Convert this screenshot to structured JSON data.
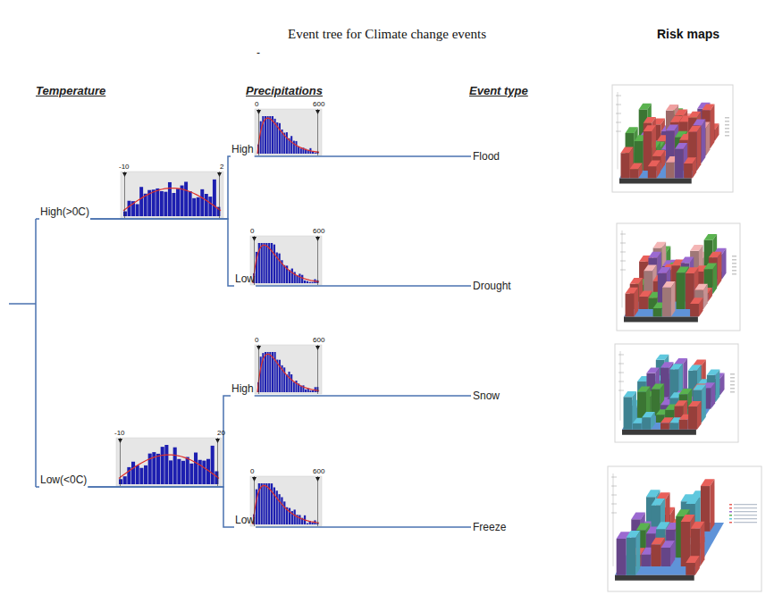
{
  "diagram": {
    "title": "Event tree for Climate change events",
    "nodes": [
      {
        "text": [
          "High(>0C)"
        ]
      },
      {
        "text": [
          "Low(<0C)"
        ]
      },
      {
        "text": [
          "High"
        ]
      },
      {
        "text": [
          "Low"
        ]
      },
      {
        "text": [
          "High"
        ]
      },
      {
        "text": [
          "Low"
        ]
      },
      {
        "text": [
          "Flood"
        ]
      },
      {
        "text": [
          "Drought"
        ]
      },
      {
        "text": [
          "Snow"
        ]
      },
      {
        "text": [
          "Freeze"
        ]
      }
    ],
    "edges": [
      {
        "from": 0,
        "to": 2,
        "arrow": "none"
      },
      {
        "from": 0,
        "to": 3,
        "arrow": "none"
      },
      {
        "from": 1,
        "to": 4,
        "arrow": "none"
      },
      {
        "from": 1,
        "to": 5,
        "arrow": "none"
      },
      {
        "from": 2,
        "to": 6,
        "arrow": "none"
      },
      {
        "from": 3,
        "to": 7,
        "arrow": "none"
      },
      {
        "from": 4,
        "to": 8,
        "arrow": "none"
      },
      {
        "from": 5,
        "to": 9,
        "arrow": "none"
      }
    ],
    "labels": [
      "-",
      "Temperature",
      "Precipitations",
      "Event type",
      "Risk maps",
      "-10",
      "2",
      "0",
      "600",
      "0",
      "600",
      "-10",
      "20",
      "0",
      "600",
      "0",
      "600"
    ]
  }
}
